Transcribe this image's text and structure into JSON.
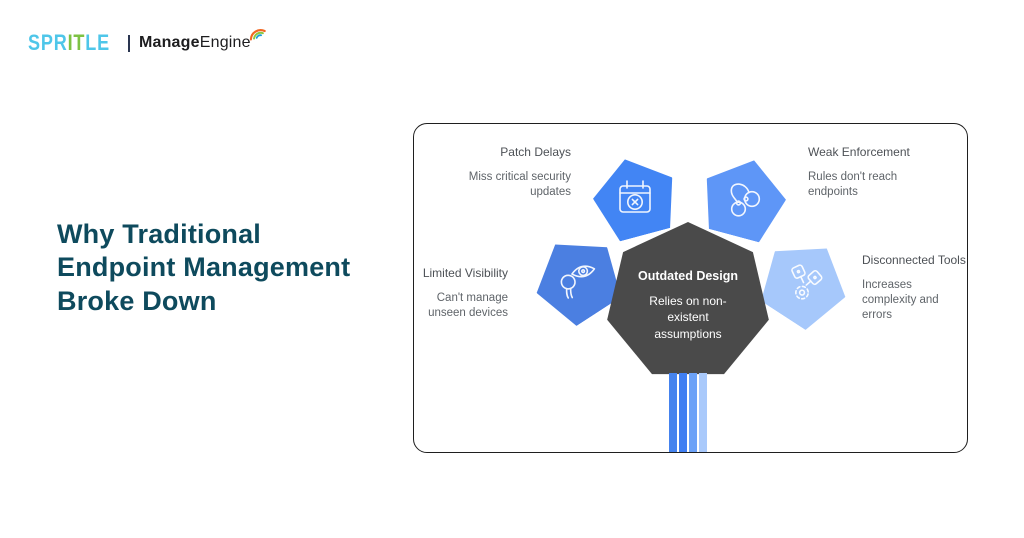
{
  "brand": {
    "spritle": {
      "part1": "SPR",
      "part2": "IT",
      "part3": "LE",
      "cyan": "#4ec6e9",
      "green": "#7dc243"
    },
    "divider": "|",
    "manageengine": {
      "bold": "Manage",
      "regular": "Engine",
      "swoosh_colors": [
        "#f26722",
        "#8dc63f",
        "#1b9dd9"
      ]
    }
  },
  "hero": {
    "title_lines": [
      "Why Traditional",
      "Endpoint Management",
      "Broke Down"
    ],
    "color": "#0e4a5d"
  },
  "diagram": {
    "center": {
      "title": "Outdated Design",
      "desc": "Relies on non-existent assumptions",
      "color": "#4a4a4a",
      "text_color": "#ffffff"
    },
    "nodes": [
      {
        "title": "Patch Delays",
        "desc": "Miss critical security updates",
        "icon": "calendar-x-icon",
        "color": "#4285f4"
      },
      {
        "title": "Weak Enforcement",
        "desc": "Rules don't reach endpoints",
        "icon": "handcuffs-icon",
        "color": "#5e96f7"
      },
      {
        "title": "Limited Visibility",
        "desc": "Can't manage unseen devices",
        "icon": "eye-magnifier-icon",
        "color": "#4b7fe1"
      },
      {
        "title": "Disconnected Tools",
        "desc": "Increases complexity and errors",
        "icon": "tools-gear-icon",
        "color": "#a6c8fb"
      }
    ],
    "trunk_colors": [
      "#4583ee",
      "#3f7ef2",
      "#6ba1f7",
      "#a9c9fb"
    ]
  }
}
